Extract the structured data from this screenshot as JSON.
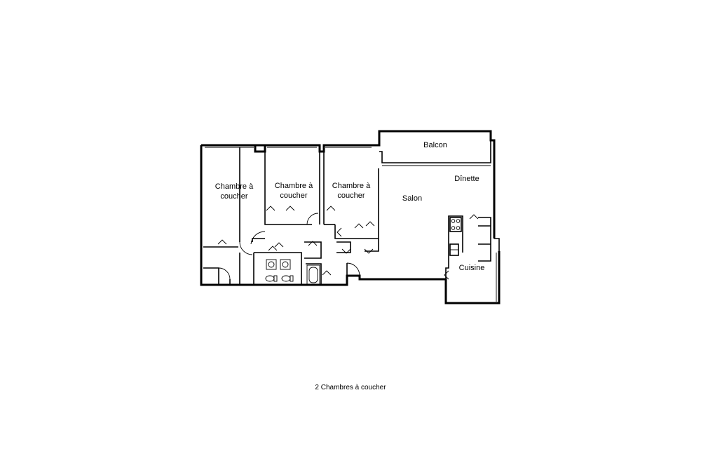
{
  "plan": {
    "rooms": {
      "bedroom1_line1": "Chambre à",
      "bedroom1_line2": "coucher",
      "bedroom2_line1": "Chambre à",
      "bedroom2_line2": "coucher",
      "bedroom3_line1": "Chambre à",
      "bedroom3_line2": "coucher",
      "balcony": "Balcon",
      "dinette": "Dînette",
      "living": "Salon",
      "kitchen": "Cuisine"
    },
    "caption": "2 Chambres à coucher"
  }
}
